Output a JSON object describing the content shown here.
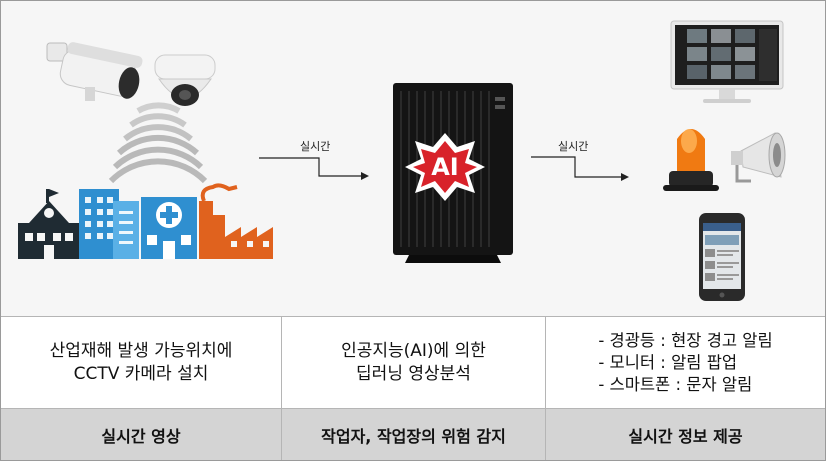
{
  "arrows": {
    "left_label": "실시간",
    "right_label": "실시간"
  },
  "ai_badge": {
    "text": "AI",
    "accent": "#d8222a"
  },
  "columns": [
    {
      "desc_lines": [
        "산업재해 발생 가능위치에",
        "CCTV 카메라 설치"
      ],
      "title": "실시간 영상"
    },
    {
      "desc_lines": [
        "인공지능(AI)에 의한",
        "딥러닝 영상분석"
      ],
      "title": "작업자, 작업장의 위험 감지"
    },
    {
      "desc_lines": [
        "- 경광등 : 현장 경고 알림",
        "- 모니터 : 알림 팝업",
        "- 스마트폰 : 문자 알림"
      ],
      "title": "실시간 정보 제공"
    }
  ],
  "icons": [
    "bullet-camera-icon",
    "dome-camera-icon",
    "wireless-signal-icon",
    "school-icon",
    "office-building-icon",
    "hospital-icon",
    "factory-icon",
    "ai-server-icon",
    "monitor-icon",
    "warning-light-icon",
    "siren-speaker-icon",
    "smartphone-icon"
  ],
  "colors": {
    "building_blue": "#2f8fd0",
    "factory_orange": "#e0621e",
    "beacon_orange": "#f07a12",
    "dark": "#1f2b33"
  }
}
